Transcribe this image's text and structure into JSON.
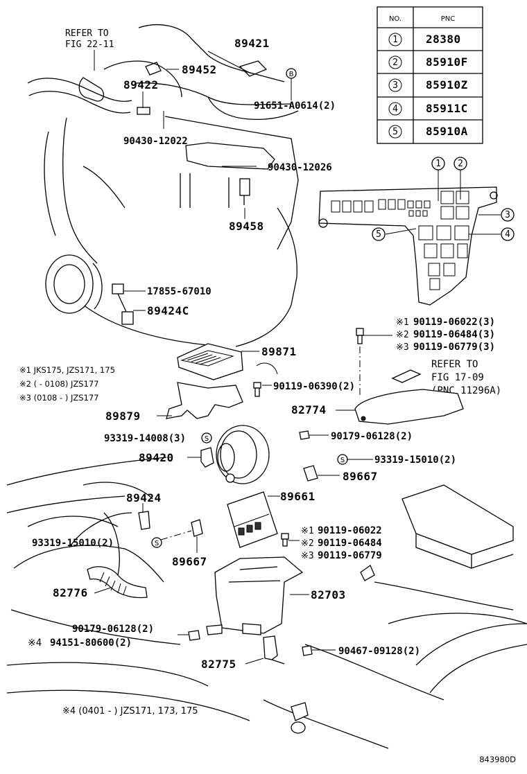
{
  "pnc_table": {
    "headers": [
      "NO.",
      "PNC"
    ],
    "rows": [
      {
        "no": "1",
        "pnc": "28380"
      },
      {
        "no": "2",
        "pnc": "85910F"
      },
      {
        "no": "3",
        "pnc": "85910Z"
      },
      {
        "no": "4",
        "pnc": "85911C"
      },
      {
        "no": "5",
        "pnc": "85910A"
      }
    ]
  },
  "callouts": {
    "refer_fig22_line1": "REFER TO",
    "refer_fig22_line2": "FIG 22-11",
    "p89421": "89421",
    "p89452": "89452",
    "p89422": "89422",
    "b_marker": "B",
    "p91651": "91651-A0614(2)",
    "p90430_12022": "90430-12022",
    "p90430_12026": "90430-12026",
    "p89458": "89458",
    "p17855": "17855-67010",
    "p89424C": "89424C",
    "rb1_label": "1",
    "rb2_label": "2",
    "rb3_label": "3",
    "rb4_label": "4",
    "rb5_label": "5",
    "bolt_a_1_mark": "※1",
    "bolt_a_1": "90119-06022(3)",
    "bolt_a_2_mark": "※2",
    "bolt_a_2": "90119-06484(3)",
    "bolt_a_3_mark": "※3",
    "bolt_a_3": "90119-06779(3)",
    "refer_fig17_line1": "REFER TO",
    "refer_fig17_line2": "FIG 17-09",
    "refer_fig17_line3": "(PNC 11296A)",
    "p89871": "89871",
    "note1": "※1 JKS175, JZS171, 175",
    "note2": "※2 (      - 0108) JZS177",
    "note3": "※3 (0108 -      ) JZS177",
    "p90119_06390": "90119-06390(2)",
    "p82774": "82774",
    "p89879": "89879",
    "p93319_14008": "93319-14008(3)",
    "s_marker": "S",
    "p90179_06128_top": "90179-06128(2)",
    "p89420": "89420",
    "p93319_15010_right": "93319-15010(2)",
    "p89667_right": "89667",
    "p89424": "89424",
    "p89661": "89661",
    "bolt_b_1_mark": "※1",
    "bolt_b_1": "90119-06022",
    "bolt_b_2_mark": "※2",
    "bolt_b_2": "90119-06484",
    "bolt_b_3_mark": "※3",
    "bolt_b_3": "90119-06779",
    "p93319_15010_left": "93319-15010(2)",
    "p89667_left": "89667",
    "p82776": "82776",
    "p82703": "82703",
    "p90179_06128_bottom": "90179-06128(2)",
    "p94151_mark": "※4",
    "p94151": "94151-80600(2)",
    "p90467": "90467-09128(2)",
    "p82775": "82775",
    "note4": "※4 (0401 -      )  JZS171, 173, 175",
    "figure_id": "843980D"
  }
}
